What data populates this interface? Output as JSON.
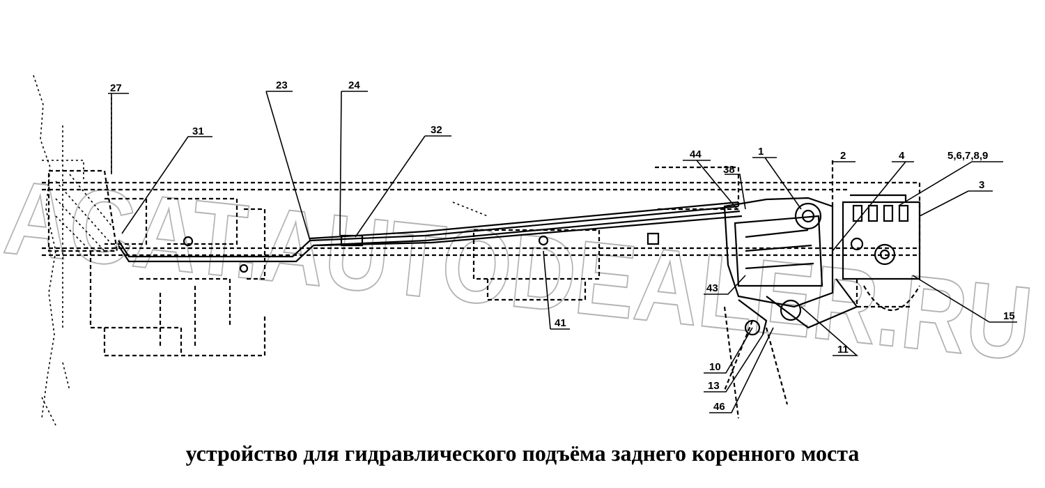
{
  "watermark": "ACAT.AUTODEALER.RU",
  "caption": "устройство для гидравлического подъёма заднего коренного моста",
  "callouts": {
    "c27": "27",
    "c31": "31",
    "c23": "23",
    "c24": "24",
    "c32": "32",
    "c44": "44",
    "c38": "38",
    "c1": "1",
    "c2": "2",
    "c4": "4",
    "c5": "5,6,7,8,9",
    "c3": "3",
    "c43": "43",
    "c41": "41",
    "c10": "10",
    "c13": "13",
    "c46": "46",
    "c11": "11",
    "c15": "15"
  }
}
